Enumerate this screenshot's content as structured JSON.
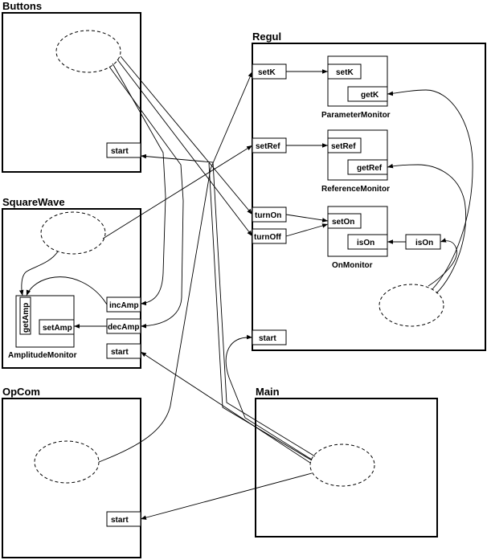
{
  "modules": {
    "buttons": {
      "title": "Buttons",
      "start": "start"
    },
    "squarewave": {
      "title": "SquareWave",
      "incamp": "incAmp",
      "decamp": "decAmp",
      "start": "start",
      "monitor": {
        "title": "AmplitudeMonitor",
        "getamp": "getAmp",
        "setamp": "setAmp"
      }
    },
    "opcom": {
      "title": "OpCom",
      "start": "start"
    },
    "regul": {
      "title": "Regul",
      "setk": "setK",
      "setref": "setRef",
      "turnon": "turnOn",
      "turnoff": "turnOff",
      "start": "start",
      "ison_port": "isOn",
      "parameter_monitor": {
        "title": "ParameterMonitor",
        "setk": "setK",
        "getk": "getK"
      },
      "reference_monitor": {
        "title": "ReferenceMonitor",
        "setref": "setRef",
        "getref": "getRef"
      },
      "on_monitor": {
        "title": "OnMonitor",
        "seton": "setOn",
        "ison": "isOn"
      }
    },
    "main": {
      "title": "Main"
    }
  }
}
